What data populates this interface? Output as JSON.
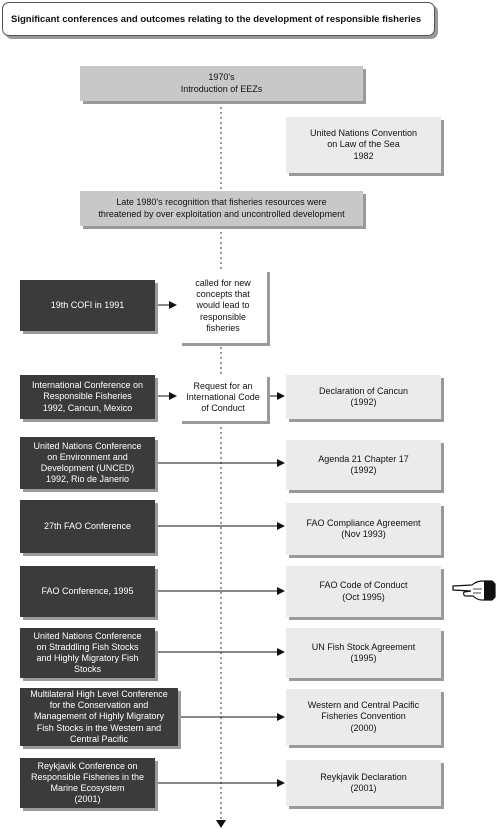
{
  "title": "Significant conferences and outcomes relating to the development of responsible fisheries",
  "top_box": "1970's\nIntroduction of EEZs",
  "unclos_box": "United Nations Convention\non Law of the Sea\n1982",
  "recognition_box": "Late 1980's recognition that fisheries resources were\nthreatened by over exploitation and uncontrolled development",
  "rows": [
    {
      "left": "19th COFI in 1991",
      "middle": "called for new\nconcepts that\nwould lead to\nresponsible\nfisheries",
      "right": ""
    },
    {
      "left": "International Conference on\nResponsible Fisheries\n1992, Cancun, Mexico",
      "middle": "Request for an\nInternational Code\nof Conduct",
      "right": "Declaration of Cancun\n(1992)"
    },
    {
      "left": "United Nations Conference\non Environment and\nDevelopment (UNCED)\n1992, Rio de Janerio",
      "middle": "",
      "right": "Agenda 21 Chapter 17\n(1992)"
    },
    {
      "left": "27th FAO Conference",
      "middle": "",
      "right": "FAO Compliance Agreement\n(Nov 1993)"
    },
    {
      "left": "FAO Conference, 1995",
      "middle": "",
      "right": "FAO Code of Conduct\n(Oct 1995)"
    },
    {
      "left": "United Nations Conference\non Straddling Fish Stocks\nand Highly Migratory Fish\nStocks",
      "middle": "",
      "right": "UN Fish Stock Agreement\n(1995)"
    },
    {
      "left": "Multilateral High Level Conference\nfor the Conservation and\nManagement of Highly Migratory\nFish Stocks in the Western and\nCentral Pacific",
      "middle": "",
      "right": "Western and Central Pacific\nFisheries Convention\n(2000)"
    },
    {
      "left": "Reykjavik Conference on\nResponsible Fisheries in the\nMarine Ecosystem\n(2001)",
      "middle": "",
      "right": "Reykjavik Declaration\n(2001)"
    }
  ],
  "pointer_icon": "pointing-hand-icon",
  "colors": {
    "dark_box": "#3b3b3b",
    "light_box": "#ebebeb",
    "mid_box": "#c8c8c8",
    "shadow": "#9a9a9a"
  }
}
